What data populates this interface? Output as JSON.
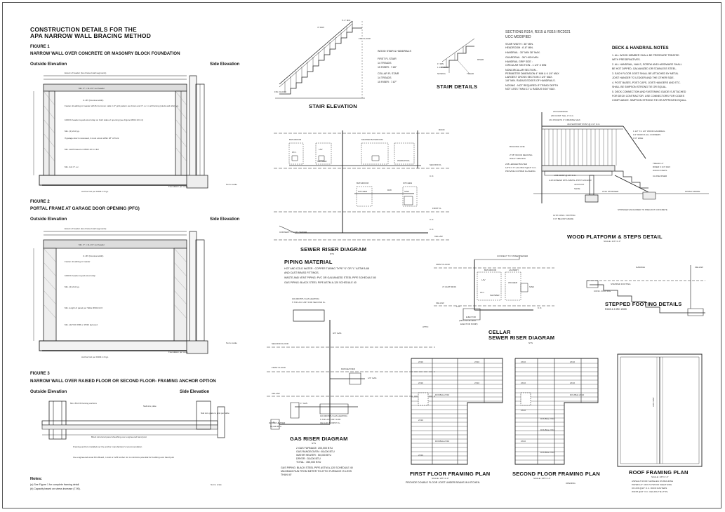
{
  "sheet": {
    "main_title_1": "CONSTRUCTION DETAILS FOR THE",
    "main_title_2": "APA NARROW WALL BRACING METHOD",
    "fig1": {
      "label": "FIGURE 1",
      "title": "NARROW WALL OVER CONCRETE OR MASONRY BLOCK FOUNDATION",
      "outside": "Outside Elevation",
      "side": "Side Elevation",
      "notes": [
        "Extent of header (two braced wall segments)",
        "Min. 3\" x 11-1/4\" net header",
        "2'-18\" (Nominal width)",
        "Fasten sheathing to header with 8d common nails in 3\" grid pattern as shown and 3\" o.c. in all framing (studs and sills) typ.",
        "1000 lb header-to-jack-stud strap on both sides of opening (see Figure R602.10.6.4)",
        "Min. (2) 2x4 typ.",
        "If garage door is recessed, it must occur within 18\" of front",
        "Min. width based on R602.10.6.4 full",
        "Min. 2x4 3\" o.c.",
        "Anchor bolt per R403.1.6 typ.",
        "Foundation per code",
        "Not to scale"
      ]
    },
    "fig2": {
      "label": "FIGURE 2",
      "title": "PORTAL FRAME AT GARAGE DOOR OPENING (PFG)",
      "outside": "Outside Elevation",
      "side": "Side Elevation",
      "notes": [
        "Extent of header (two braced wall segments)",
        "Min. 3\" x 11-1/4\" net header",
        "2'-18\" (Nominal width)",
        "Fasten sheathing to header",
        "1000 lb header-to-jack-stud strap",
        "Min. (2) 2x4 typ.",
        "Min. length of panel per Table R602.10.6",
        "Min. (2)7/16 OSB or 15/32 plywood",
        "Anchor bolt per R403.1.6 typ.",
        "Foundation per code",
        "Not to scale"
      ]
    },
    "fig3": {
      "label": "FIGURE 3",
      "title": "NARROW WALL OVER RAISED FLOOR OR SECOND FLOOR- FRAMING ANCHOR OPTION",
      "outside": "Outside Elevation",
      "side": "Side Elevation",
      "notes": [
        "Min. 8/10 lb framing anchors",
        "Nail size plate",
        "Block structural panel sheathing over engineered band joist",
        "Framing anchors installed per the anchor manufacturer's recommendation",
        "Use engineered wood Rim Board, I-Joist or LVM lumber rim to minimize potential for buckling over band joist",
        "Nail size plate to joist per table",
        "Not to scale"
      ],
      "notes_title": "Notes:",
      "notes_list": [
        "(a) See Figure 1 for complete framing detail.",
        "(b) Capacity based on stress increase (7.95)."
      ]
    },
    "stair": {
      "title": "STAIR ELEVATION",
      "details_title": "STAIR DETAILS",
      "labels": [
        "4\" MAX",
        "5'-4\" MIN",
        "FIN. FLOOR",
        "FIN. FLOOR",
        "WOOD STAIR & HANDRAILS",
        "FIRST FL STAIR",
        "14 TREADS",
        "15 RISER : 7.80\"",
        "CELLAR FL STAIR",
        "14 TREADS",
        "15 RISER : 7.87\"",
        "NOSING",
        "TREAD",
        "1\" MIN",
        "1 1/4\" MAX",
        "RISER"
      ]
    },
    "sections": {
      "title": "SECTIONS R314, R315 & R316 IRC2021",
      "subtitle": "UCC MODIFIED",
      "lines": [
        "STAIR WIDTH : 36\" MIN.",
        "  HEADROOM : 6'-8\" MIN.",
        "HANDRAIL : 30\" MIN 38\" MAX.",
        "GUARDRAIL : 36\" HIGH MIN.",
        "HANDRAIL GRIP SIZE :",
        "  CIRCULAR SECTION  - 1 1/4\" # MIN",
        "NONCIRCULAR SECTION -",
        "  PERIMETER DIMENSION 4\" MIN & 6 1/4\" MAX",
        "  LARGEST CROSS SECTION 2 1/4\" MAX.",
        "  1/8\" MIN. RADIUS EDGES OF HANDRAILS.",
        "NOSING : NOT REQUIRED IF TREAD DEPTH",
        "  NOT LESS THAN 11\" & RADIUS 9/16\" MAX."
      ]
    },
    "deck_notes": {
      "title": "DECK & HANDRAIL NOTES",
      "lines": [
        "1. ALL WOOD MEMBER SHALL BE PRESSURE TREATED",
        "   WITH PRESERVATIVES.",
        "2. ALL HANDRAIL, NAILS, SCREW AND HARDWARE SHALL",
        "   BE HOT DIPPED, GALVANIZED OR STAINLESS STEEL.",
        "3. EACH FLOOR JOIST SHALL BE ATTACHED BY METAL",
        "   JOIST HANGER TO LEDGER AND THE OTHER SIDE.",
        "4. POST BASES, POST CAPS, JOIST HANGERS AND ETC.",
        "   SHALL BE SIMPSON STRONG TIE OR EQUAL.",
        "5. DECK CONNECTION AND FASTENING GUIDE IS ATTACHED",
        "   FOR DECK CONTRACTOR. USE CONNECTORS FOR CODES",
        "   COMPLIANCE. SIMPSON STRONG TIE OR APPROVED EQUAL."
      ]
    },
    "sewer": {
      "title": "SEWER RISER DIAGRAM",
      "scale": "NTS",
      "labels": [
        "ROOF",
        "SECOND FL",
        "FIRST FL",
        "CELLAR",
        "BATHROOM",
        "MASTER BATHROOM",
        "WHIRLPOOL",
        "BATHROOM",
        "KITCHEN",
        "W.C.",
        "LAV",
        "SHOWER",
        "KITCHEN",
        "D/W",
        "SINK",
        "C.O.",
        "C.O.",
        "C.O.",
        "CONNECT TO CITY SEWER"
      ]
    },
    "piping": {
      "title": "PIPING MATERIAL",
      "lines": [
        "HOT AND COLD WATER : COPPER TUBING TYPE \"K\" OR \"L\" ASTM B-88",
        "   AND CAST BRASS FITTINGS.",
        "WASTE AND VENT PIPING: PVC OR GALVANIZED STEEL PIPE SCHEDULE 80",
        "GAS PIPING: BLACK STEEL PIPE ASTM A-120 SCHEDULE 40"
      ]
    },
    "deck": {
      "title": "WOOD PLATFORM & STEPS DETAIL",
      "scale": "SCALE: 1/4\"=1'-0\"",
      "labels": [
        "2X6 HANDRAIL",
        "2X6 CONT. SILL 4\" O.C.",
        "1X1 PICKETS 4\" OPENING MAX.",
        "4X4 SUPPORT POST @ 4'-0\" O.C.",
        "1 1/2\" X 1 1/2\" WOOD HANDRAIL",
        "1/4\" RADIUS ALL CORNERS",
        "3'-0\" HIGH",
        "BUILDING LINE",
        "2\"X8\" WOOD DECKING",
        "W/1/4\" SPACING",
        "2X8 LEDGER BOLTED",
        "1/2\"D X 6\" LAG BOLT @16\" O.C.",
        "PROVIDE COPPER FLASHING",
        "2X8 JOIST @ 16\" O.C.",
        "2-2X10 BEAM WITH METAL POST ANCHOR",
        "4X4 POST",
        "SHOE",
        "2X12 STRINGER",
        "TREAD 12\"",
        "RISER 6 1/4\" MAX",
        "WOOD STEPS",
        "CLOSE RISER",
        "FINISH GRADE",
        "14\"Ø CONC. FOOTING",
        "3'-0\" BELOW GRADE",
        "STRINGER ANCHORED TO PRECAST CONCRETE"
      ]
    },
    "cellar_sewer": {
      "title1": "CELLAR",
      "title2": "SEWER RISER DIAGRAM",
      "scale": "NTS",
      "labels": [
        "FIRST FLOOR",
        "CONNECT TO STREET SEWER",
        "BATHROOM",
        "LAUNDRY",
        "LAV",
        "W.C.",
        "SHOWER",
        "WASHER",
        "SINK",
        "4\" CAST IRON",
        "CELLAR",
        "C.O.",
        "C.O.",
        "EJECTOR",
        "(MIN 1/2 HP 115V",
        "EJECTOR PUMP)"
      ]
    },
    "stepped": {
      "title": "STEPPED FOOTING DETAILS",
      "subtitle": "R403.1.5 IRC 2009",
      "labels": [
        "GARAGE",
        "CELLAR",
        "STEPPED FOOTING",
        "CONC. FOOTING"
      ]
    },
    "gas": {
      "title": "GAS RISER DIAGRAM",
      "scale": "NTS",
      "labels": [
        "100,000 BTU GAS HEATING",
        "5 TON A/C UNIT FOR SECOND FL.",
        "ATTIC",
        "SECOND FLOOR",
        "FIRST FLOOR",
        "RANGE/OVEN",
        "CELLAR",
        "WATER HEATER",
        "50,000 BTU",
        "100,000 BTU GAS HEATING",
        "5 TON A/C UNIT FOR",
        "CELLAR & FIRST FL.",
        "1/2\" GAS",
        "3/4\" GAS",
        "1\" GAS",
        "G"
      ],
      "totals": [
        "2 GAS FURNACE: 200,000 BTU",
        "GAS RANGE/OVEN : 65,000 BTU",
        "WATER HEATER : 50,000 BTU",
        "DRYER : 35,000 BTU",
        "TOTAL : 350,000 BTU"
      ],
      "footer": [
        "GAS PIPING: BLACK STEEL PIPE ASTM A-120 SCHEDULE 40",
        "MAXIMUM RUN FROM METER TO ATTIC FURNACE IS LESS",
        "THAN 40'"
      ]
    },
    "first_floor_plan": {
      "title": "FIRST FLOOR FRAMING PLAN",
      "scale": "SCALE: 1/8\"=1'-0\"",
      "note": "PROVIDE DOUBLE FLOOR JOIST UNDER BEAMS IN KITCHEN.",
      "tags": [
        "2X10",
        "2X10",
        "2X10",
        "2X10",
        "DOUBLE 2X10",
        "2X10",
        "DOUBLE 2X10",
        "2X10"
      ]
    },
    "second_floor_plan": {
      "title": "SECOND FLOOR FRAMING PLAN",
      "scale": "SCALE: 1/8\"=1'-0\"",
      "tags": [
        "2X10",
        "2X10",
        "2X10",
        "2X10",
        "DOUBLE 2X10",
        "2X10",
        "DOUBLE 2X10",
        "DOUBLE 2X10",
        "2X10",
        "DOUBLE 2X10",
        "OPENING"
      ]
    },
    "roof_plan": {
      "title": "ROOF FRAMING PLAN",
      "scale": "SCALE: 1/8\"=1'-0\"",
      "notes": [
        "ASPHALT ROOF SHINGLES ON BUILDING",
        "PAPER 1/2\" CDX PLYWOOD SHEATHING",
        "ON 2X8 @16\" O.C. ROOF RAFTERS",
        "W/2X8 @16\" O.C. CEILING TIE (TYP.)"
      ],
      "ridge": "AIR VENT"
    }
  }
}
